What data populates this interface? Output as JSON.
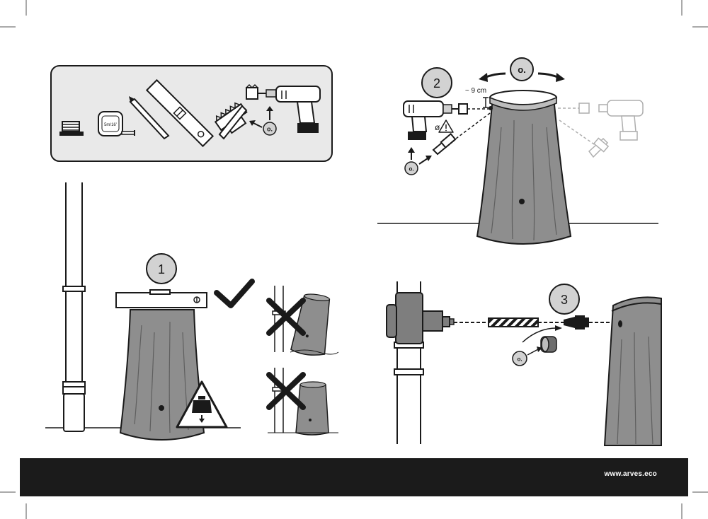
{
  "footer": {
    "url": "www.arves.eco"
  },
  "tools": {
    "tape_label": "5m/16'",
    "bit_marker": "o."
  },
  "steps": [
    {
      "number": "1"
    },
    {
      "number": "2",
      "distance_label": "~ 9 cm",
      "diameter_label": "ø",
      "marker": "o."
    },
    {
      "number": "3",
      "marker": "o."
    }
  ],
  "icons": [
    "spool-icon",
    "tape-measure-icon",
    "pencil-icon",
    "spirit-level-icon",
    "hole-saw-icon",
    "drill-icon",
    "check-mark-icon",
    "cross-mark-icon",
    "warning-icon",
    "weight-icon",
    "rotation-arrow-icon"
  ],
  "colors": {
    "trunk": "#8e8e8e",
    "outline": "#1a1a1a",
    "footer": "#1b1b1b",
    "panel": "#e9e9e9",
    "faded": "#cfcfcf"
  }
}
